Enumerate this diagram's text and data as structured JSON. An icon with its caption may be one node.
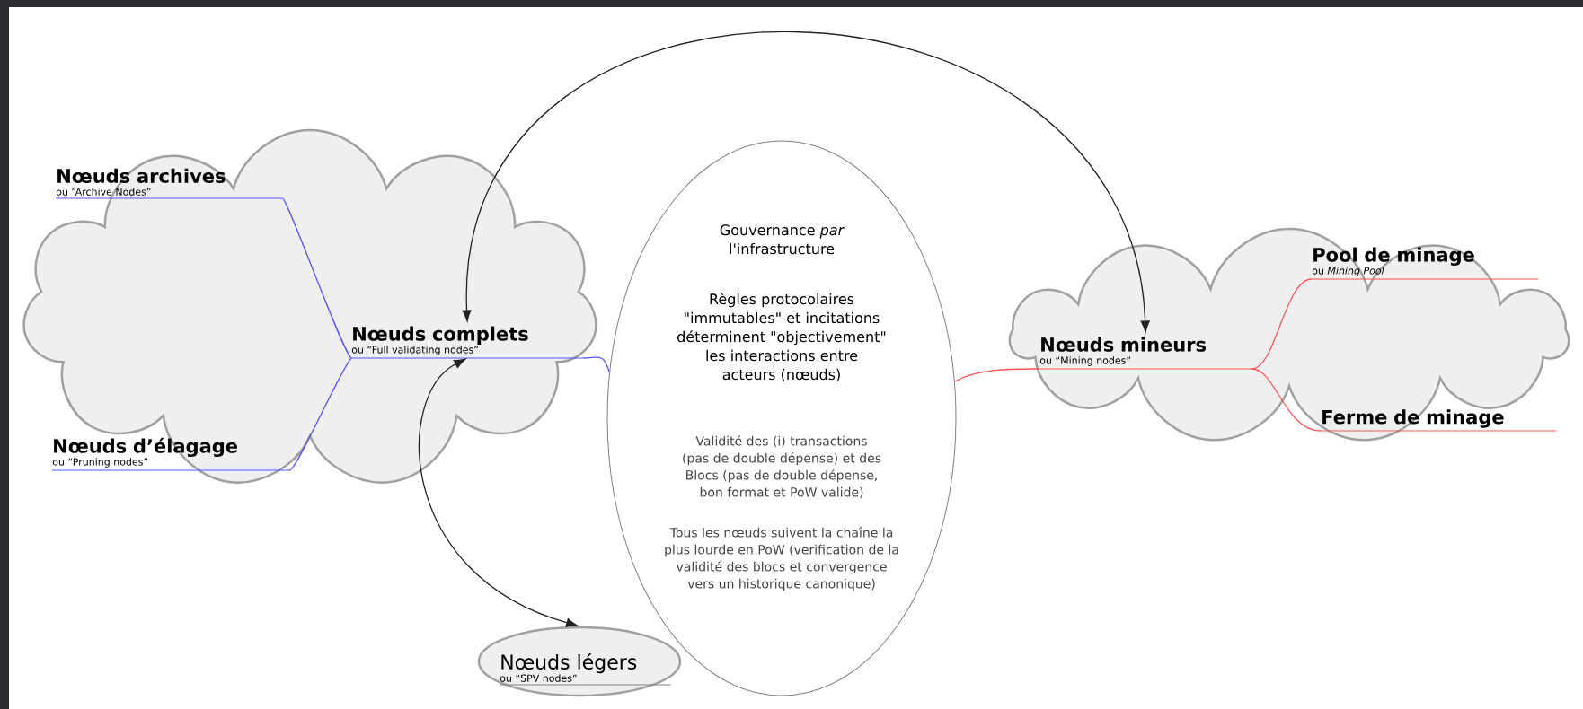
{
  "diagram": {
    "nodes": [
      {
        "text": [],
        "shape": "cloud"
      },
      {
        "text": [
          "Nœuds archives",
          "ou “Archive Nodes”"
        ],
        "in": 0
      },
      {
        "text": [
          "Nœuds complets",
          "ou “Full validating nodes”"
        ],
        "in": 0
      },
      {
        "text": [
          "Nœuds d’élagage",
          "ou “Pruning nodes”"
        ],
        "in": 0
      },
      {
        "text": [
          "Gouvernance *par* l'infrastructure",
          "Règles protocolaires \"immutables\" et incitations déterminent \"objectivement\" les interactions entre acteurs (nœuds)",
          "Validité des (i) transactions (pas de double dépense) et des Blocs (pas de double dépense, bon format et PoW valide)",
          "Tous les nœuds suivent la chaîne la plus lourde en PoW (verification de la validité des blocs et convergence vers un historique canonique)"
        ]
      },
      {
        "text": [],
        "shape": "cloud"
      },
      {
        "text": [
          "Nœuds mineurs",
          "ou “Mining nodes”"
        ],
        "in": 5
      },
      {
        "text": [
          "Pool de minage",
          "ou *Mining Pool*"
        ],
        "in": 5
      },
      {
        "text": [
          "Ferme de minage"
        ],
        "in": 5
      },
      {
        "text": [
          "Nœuds légers",
          "ou “SPV nodes”"
        ]
      }
    ],
    "edges": [
      {
        "from": 2,
        "to": 1,
        "arrow": "none",
        "color": "#5555ff"
      },
      {
        "from": 2,
        "to": 3,
        "arrow": "none",
        "color": "#5555ff"
      },
      {
        "from": 2,
        "to": 4,
        "arrow": "none",
        "color": "#5555ff"
      },
      {
        "from": 4,
        "to": 6,
        "arrow": "none",
        "color": "#ff5555"
      },
      {
        "from": 6,
        "to": 7,
        "arrow": "none",
        "color": "#ff5555"
      },
      {
        "from": 6,
        "to": 8,
        "arrow": "none",
        "color": "#ff5555"
      },
      {
        "from": 2,
        "to": 6,
        "arrow": "both",
        "color": "#222222"
      },
      {
        "from": 2,
        "to": 9,
        "arrow": "both",
        "color": "#222222"
      }
    ]
  }
}
